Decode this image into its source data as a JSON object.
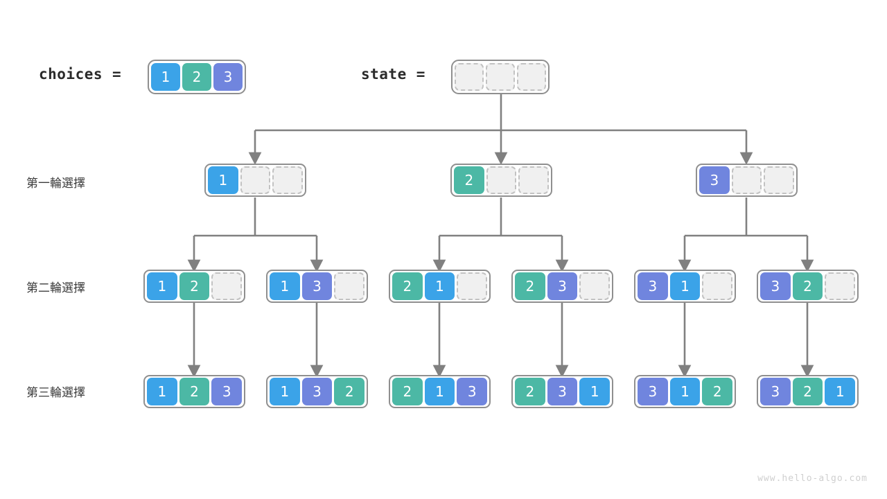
{
  "meta": {
    "watermark": "www.hello-algo.com",
    "colors": {
      "blue": "#3ba3e8",
      "green": "#4cb8a5",
      "purple": "#7085de",
      "empty_fill": "#f0f0f0",
      "empty_border": "#c2c2c2",
      "box_border": "#8f8f8f",
      "edge": "#808080",
      "text": "#3c3c3c"
    }
  },
  "header": {
    "choices": {
      "label": "choices",
      "equals": "=",
      "values": [
        "1",
        "2",
        "3"
      ]
    },
    "state": {
      "label": "state",
      "equals": "=",
      "values": [
        "",
        "",
        ""
      ]
    }
  },
  "rows": [
    {
      "label": "第一輪選擇",
      "nodes": [
        {
          "values": [
            "1",
            "",
            ""
          ]
        },
        {
          "values": [
            "2",
            "",
            ""
          ]
        },
        {
          "values": [
            "3",
            "",
            ""
          ]
        }
      ]
    },
    {
      "label": "第二輪選擇",
      "nodes": [
        {
          "values": [
            "1",
            "2",
            ""
          ]
        },
        {
          "values": [
            "1",
            "3",
            ""
          ]
        },
        {
          "values": [
            "2",
            "1",
            ""
          ]
        },
        {
          "values": [
            "2",
            "3",
            ""
          ]
        },
        {
          "values": [
            "3",
            "1",
            ""
          ]
        },
        {
          "values": [
            "3",
            "2",
            ""
          ]
        }
      ]
    },
    {
      "label": "第三輪選擇",
      "nodes": [
        {
          "values": [
            "1",
            "2",
            "3"
          ]
        },
        {
          "values": [
            "1",
            "3",
            "2"
          ]
        },
        {
          "values": [
            "2",
            "1",
            "3"
          ]
        },
        {
          "values": [
            "2",
            "3",
            "1"
          ]
        },
        {
          "values": [
            "3",
            "1",
            "2"
          ]
        },
        {
          "values": [
            "3",
            "2",
            "1"
          ]
        }
      ]
    }
  ]
}
